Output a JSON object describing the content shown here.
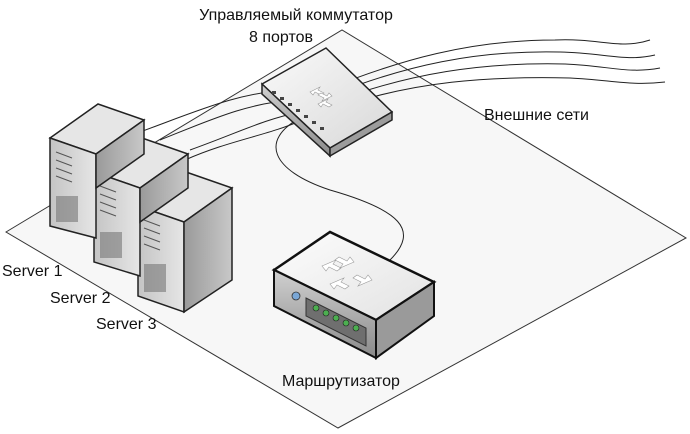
{
  "labels": {
    "switch_line1": "Управляемый коммутатор",
    "switch_line2": "8 портов",
    "external": "Внешние сети",
    "router": "Маршрутизатор",
    "server1": "Server 1",
    "server2": "Server 2",
    "server3": "Server 3"
  },
  "colors": {
    "floor": "#f7f7f7",
    "device_light": "#eeeeee",
    "device_mid": "#c9c9c9",
    "device_dark": "#7a7a7a",
    "led": "#4caf50"
  },
  "icons": {
    "switch": "network-switch-icon",
    "router": "router-icon",
    "server": "tower-server-icon"
  }
}
